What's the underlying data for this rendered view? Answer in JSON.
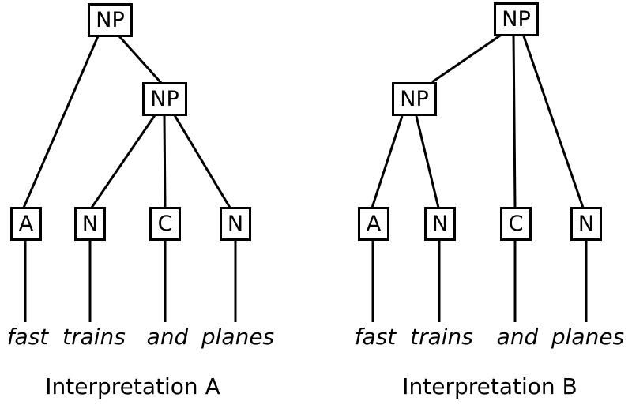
{
  "figure": {
    "background_color": "#ffffff",
    "line_color": "#000000",
    "phrase": "fast trains and planes"
  },
  "trees": [
    {
      "id": "A",
      "caption": "Interpretation A",
      "root_label": "NP",
      "inner_label": "NP",
      "leaves": [
        {
          "label": "A",
          "word": "fast"
        },
        {
          "label": "N",
          "word": "trains"
        },
        {
          "label": "C",
          "word": "and"
        },
        {
          "label": "N",
          "word": "planes"
        }
      ]
    },
    {
      "id": "B",
      "caption": "Interpretation B",
      "root_label": "NP",
      "inner_label": "NP",
      "leaves": [
        {
          "label": "A",
          "word": "fast"
        },
        {
          "label": "N",
          "word": "trains"
        },
        {
          "label": "C",
          "word": "and"
        },
        {
          "label": "N",
          "word": "planes"
        }
      ]
    }
  ]
}
